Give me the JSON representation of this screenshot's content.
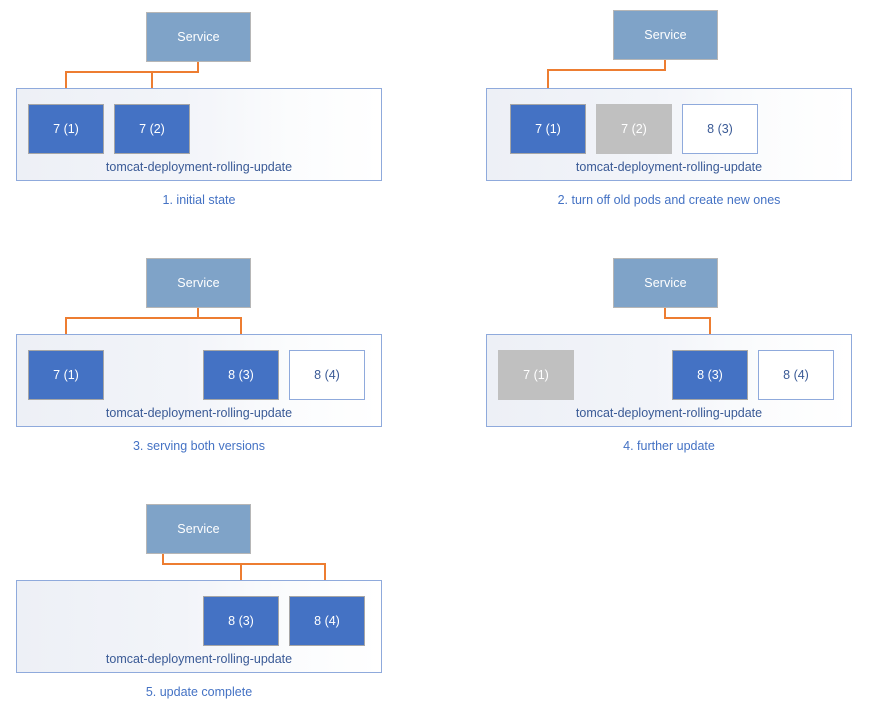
{
  "diagram": {
    "title": "Kubernetes rolling update sequence",
    "colors": {
      "service_fill": "#7FA3C8",
      "pod_running": "#4472C4",
      "pod_terminating": "#C0C0C0",
      "pod_pending_border": "#8FAADC",
      "connector": "#ED7D31",
      "caption_text": "#4472C4",
      "deployment_border": "#8FAADC"
    },
    "service_label": "Service",
    "deployment_name": "tomcat-deployment-rolling-update",
    "panels": [
      {
        "id": "panel-1",
        "caption": "1. initial state",
        "service": "Service",
        "deployment": "tomcat-deployment-rolling-update",
        "pods": [
          {
            "label": "7 (1)",
            "state": "running"
          },
          {
            "label": "7 (2)",
            "state": "running"
          }
        ],
        "arrow_targets": [
          "7 (1)",
          "7 (2)"
        ]
      },
      {
        "id": "panel-2",
        "caption": "2. turn off old pods and create new ones",
        "service": "Service",
        "deployment": "tomcat-deployment-rolling-update",
        "pods": [
          {
            "label": "7 (1)",
            "state": "running"
          },
          {
            "label": "7 (2)",
            "state": "terminating"
          },
          {
            "label": "8 (3)",
            "state": "pending"
          }
        ],
        "arrow_targets": [
          "7 (1)"
        ]
      },
      {
        "id": "panel-3",
        "caption": "3. serving both versions",
        "service": "Service",
        "deployment": "tomcat-deployment-rolling-update",
        "pods": [
          {
            "label": "7 (1)",
            "state": "running"
          },
          {
            "label": "8 (3)",
            "state": "running"
          },
          {
            "label": "8 (4)",
            "state": "pending"
          }
        ],
        "arrow_targets": [
          "7 (1)",
          "8 (3)"
        ]
      },
      {
        "id": "panel-4",
        "caption": "4. further update",
        "service": "Service",
        "deployment": "tomcat-deployment-rolling-update",
        "pods": [
          {
            "label": "7 (1)",
            "state": "terminating"
          },
          {
            "label": "8 (3)",
            "state": "running"
          },
          {
            "label": "8 (4)",
            "state": "pending"
          }
        ],
        "arrow_targets": [
          "8 (3)"
        ]
      },
      {
        "id": "panel-5",
        "caption": "5. update complete",
        "service": "Service",
        "deployment": "tomcat-deployment-rolling-update",
        "pods": [
          {
            "label": "8 (3)",
            "state": "running"
          },
          {
            "label": "8 (4)",
            "state": "running"
          }
        ],
        "arrow_targets": [
          "8 (3)",
          "8 (4)"
        ]
      }
    ]
  }
}
